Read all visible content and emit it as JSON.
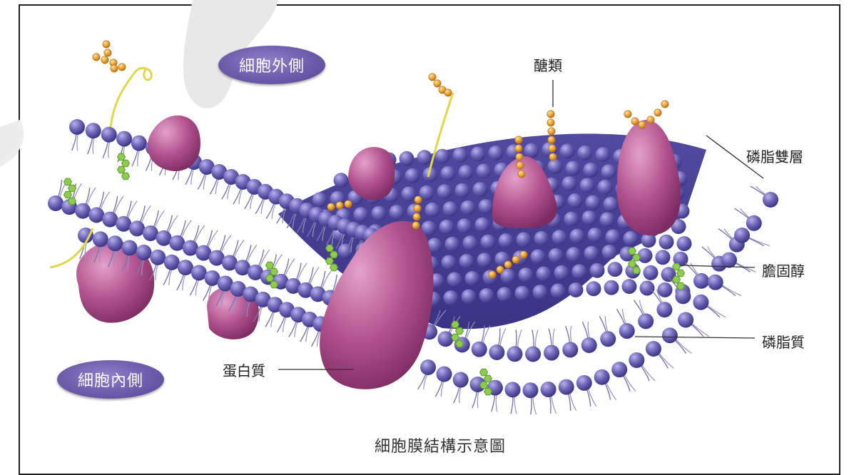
{
  "labels": {
    "outside": "細胞外側",
    "inside": "細胞內側",
    "sugar": "醣類",
    "bilayer": "磷脂雙層",
    "cholesterol": "膽固醇",
    "phospholipid": "磷脂質",
    "protein": "蛋白質"
  },
  "caption": "細胞膜結構示意圖",
  "colors": {
    "phospholipid_head": "#6b63b5",
    "protein": "#b2528f",
    "cholesterol": "#8ccc4f",
    "sugar": "#e8a233",
    "pill": "#6a58a8",
    "border": "#222222"
  }
}
